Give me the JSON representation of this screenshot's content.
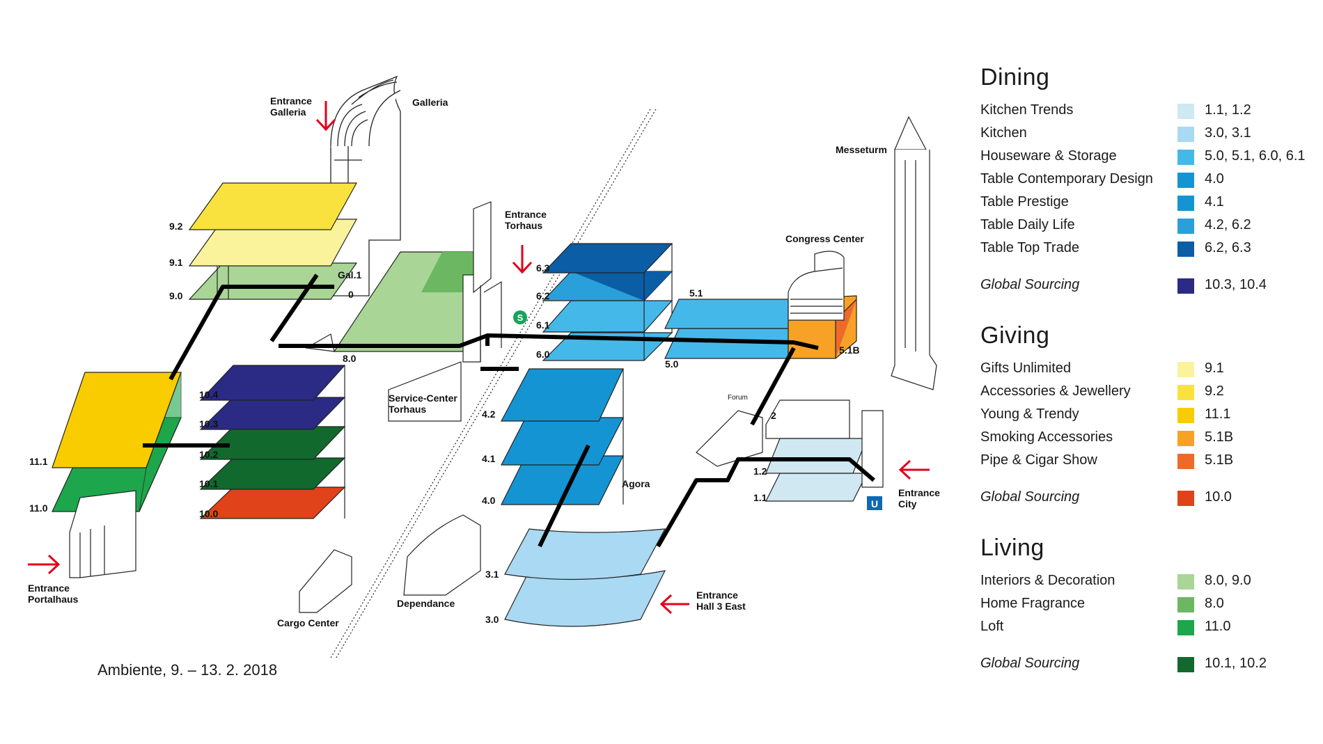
{
  "footer": {
    "event": "Ambiente, 9. – 13. 2. 2018"
  },
  "colors": {
    "path": "#000000",
    "arrow": "#e3001b",
    "outline": "#222222"
  },
  "entrances": {
    "galleria": "Entrance\nGalleria",
    "torhaus": "Entrance\nTorhaus",
    "portalhaus": "Entrance\nPortalhaus",
    "hall3east": "Entrance\nHall 3 East",
    "city": "Entrance\nCity"
  },
  "buildings": {
    "galleria": "Galleria",
    "messeturm": "Messeturm",
    "congress_center": "Congress Center",
    "service_center": "Service-Center\nTorhaus",
    "agora": "Agora",
    "forum": "Forum",
    "dependance": "Dependance",
    "cargo_center": "Cargo Center",
    "s_bahn": "S",
    "u_bahn": "U"
  },
  "halls": {
    "h9_2": "9.2",
    "h9_1": "9.1",
    "h9_0": "9.0",
    "gal1": "Gal.1",
    "gal0": "0",
    "h8_0": "8.0",
    "h11_1": "11.1",
    "h11_0": "11.0",
    "h10_4": "10.4",
    "h10_3": "10.3",
    "h10_2": "10.2",
    "h10_1": "10.1",
    "h10_0": "10.0",
    "h6_3": "6.3",
    "h6_2": "6.2",
    "h6_1": "6.1",
    "h6_0": "6.0",
    "h5_1": "5.1",
    "h5_0": "5.0",
    "h5_1b": "5.1B",
    "h4_2": "4.2",
    "h4_1": "4.1",
    "h4_0": "4.0",
    "h3_1": "3.1",
    "h3_0": "3.0",
    "h2": "2",
    "h1_2": "1.2",
    "h1_1": "1.1"
  },
  "legend": {
    "dining": {
      "title": "Dining",
      "items": [
        {
          "name": "Kitchen Trends",
          "halls": "1.1, 1.2",
          "color": "#cfe8f2"
        },
        {
          "name": "Kitchen",
          "halls": "3.0, 3.1",
          "color": "#a9d9f3"
        },
        {
          "name": "Houseware & Storage",
          "halls": "5.0, 5.1, 6.0, 6.1",
          "color": "#45b8ea"
        },
        {
          "name": "Table Contemporary Design",
          "halls": "4.0",
          "color": "#1594d3"
        },
        {
          "name": "Table Prestige",
          "halls": "4.1",
          "color": "#1594d3"
        },
        {
          "name": "Table Daily Life",
          "halls": "4.2, 6.2",
          "color": "#2aa0db"
        },
        {
          "name": "Table Top Trade",
          "halls": "6.2, 6.3",
          "color": "#0b5da6"
        }
      ],
      "global": {
        "name": "Global Sourcing",
        "halls": "10.3, 10.4",
        "color": "#2b2a85"
      }
    },
    "giving": {
      "title": "Giving",
      "items": [
        {
          "name": "Gifts Unlimited",
          "halls": "9.1",
          "color": "#fbf29c"
        },
        {
          "name": "Accessories & Jewellery",
          "halls": "9.2",
          "color": "#f9e23e"
        },
        {
          "name": "Young & Trendy",
          "halls": "11.1",
          "color": "#f9cc00"
        },
        {
          "name": "Smoking Accessories",
          "halls": "5.1B",
          "color": "#f7a227"
        },
        {
          "name": "Pipe & Cigar Show",
          "halls": "5.1B",
          "color": "#ee6a2a"
        }
      ],
      "global": {
        "name": "Global Sourcing",
        "halls": "10.0",
        "color": "#e04219"
      }
    },
    "living": {
      "title": "Living",
      "items": [
        {
          "name": "Interiors & Decoration",
          "halls": "8.0, 9.0",
          "color": "#a9d596"
        },
        {
          "name": "Home Fragrance",
          "halls": "8.0",
          "color": "#6cb862"
        },
        {
          "name": "Loft",
          "halls": "11.0",
          "color": "#1da64b"
        }
      ],
      "global": {
        "name": "Global Sourcing",
        "halls": "10.1, 10.2",
        "color": "#12692e"
      }
    }
  }
}
